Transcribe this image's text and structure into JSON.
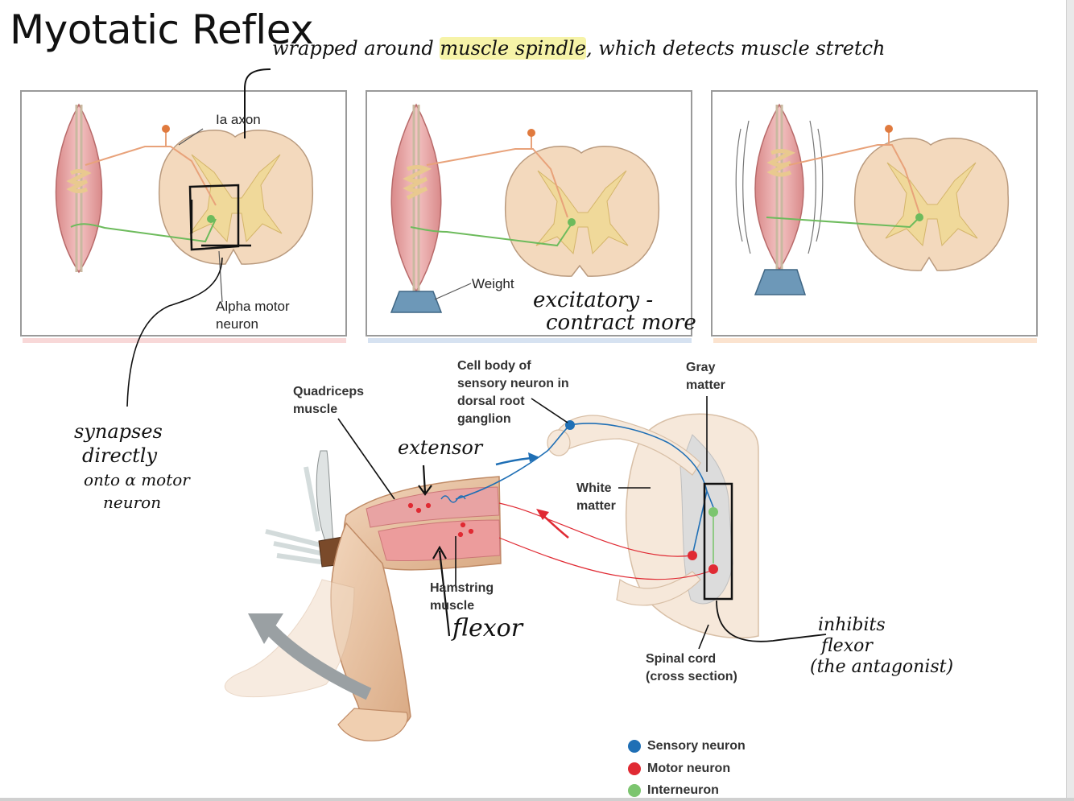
{
  "title": "Myotatic Reflex",
  "notes": {
    "top_part1": "wrapped around ",
    "top_highlight": "muscle spindle",
    "top_part2": ", which detects muscle stretch",
    "synapse_line1": "synapses",
    "synapse_line2": "directly",
    "synapse_line3": "onto α motor",
    "synapse_line4": "neuron",
    "excitatory_line1": "excitatory -",
    "excitatory_line2": "contract more",
    "extensor": "extensor",
    "flexor": "flexor",
    "inhibits_line1": "inhibits",
    "inhibits_line2": "flexor",
    "inhibits_line3": "(the antagonist)"
  },
  "panel_labels": {
    "ia_axon": "Ia axon",
    "alpha_line1": "Alpha motor",
    "alpha_line2": "neuron",
    "weight": "Weight"
  },
  "diagram_labels": {
    "quad_line1": "Quadriceps",
    "quad_line2": "muscle",
    "cell_line1": "Cell body of",
    "cell_line2": "sensory neuron in",
    "cell_line3": "dorsal root",
    "cell_line4": "ganglion",
    "gray_line1": "Gray",
    "gray_line2": "matter",
    "white_line1": "White",
    "white_line2": "matter",
    "ham_line1": "Hamstring",
    "ham_line2": "muscle",
    "spinal_line1": "Spinal cord",
    "spinal_line2": "(cross section)"
  },
  "legend": [
    {
      "label": "Sensory neuron",
      "color": "#1f6fb5"
    },
    {
      "label": "Motor neuron",
      "color": "#e02a33"
    },
    {
      "label": "Interneuron",
      "color": "#7cc56f"
    }
  ],
  "colors": {
    "muscle": "#e9a7a7",
    "cord": "#f3d9bd",
    "gray_matter": "#f0d99a",
    "sensory_panel": "#e8a27a",
    "motor_panel": "#6dbb5c",
    "weight": "#6d98b8"
  }
}
